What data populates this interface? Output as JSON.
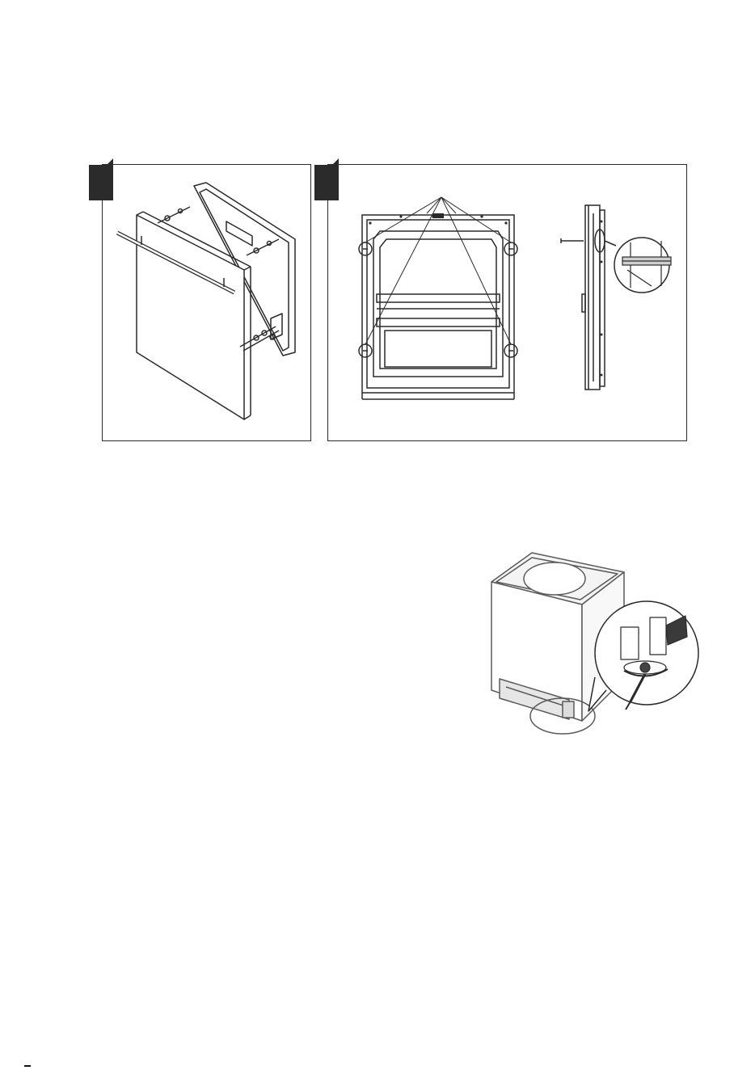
{
  "figures": [
    {
      "id": "panel-1",
      "step_number": "",
      "depicts": "door-panel-with-handle-and-screws"
    },
    {
      "id": "panel-2",
      "step_number": "",
      "depicts": "door-front-and-side-view-with-screw-positions"
    },
    {
      "id": "leveling",
      "depicts": "dishwasher-foot-adjustment-detail"
    }
  ],
  "colors": {
    "line": "#2a2a2a",
    "badge": "#2b2b2b",
    "shade": "#cfcfcf"
  }
}
